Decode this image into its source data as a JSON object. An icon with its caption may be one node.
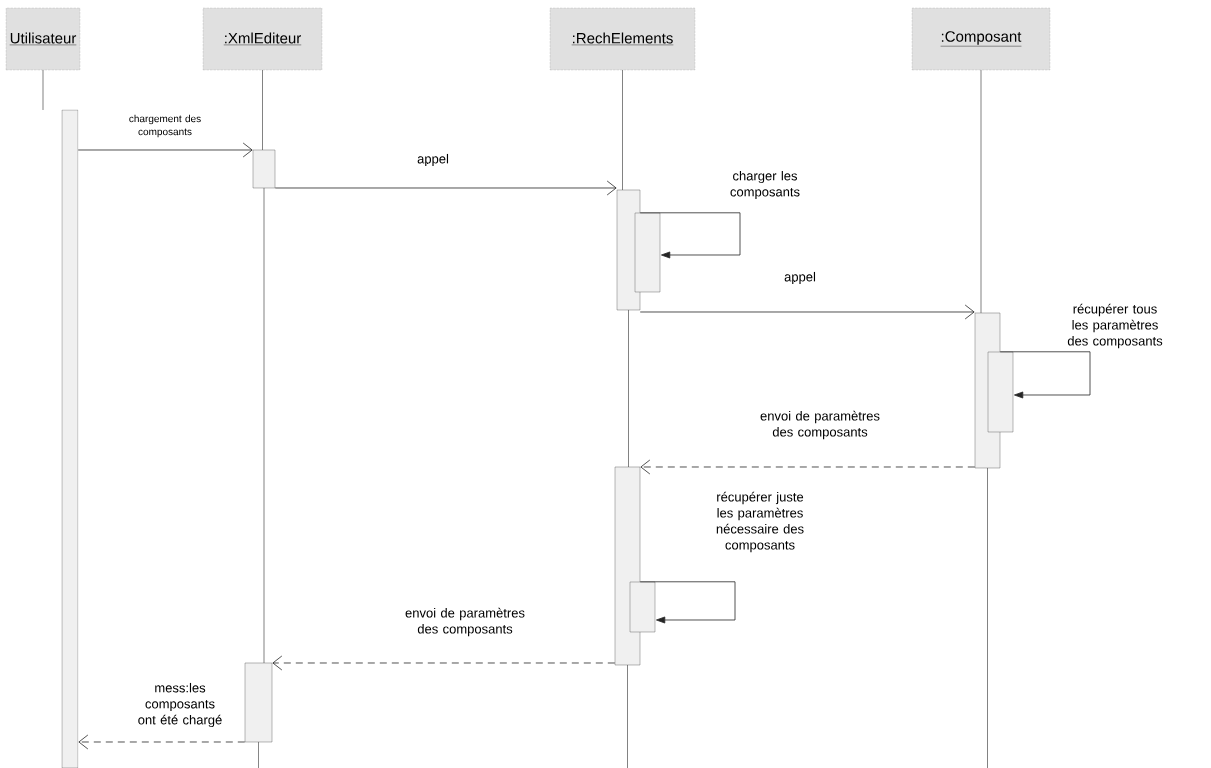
{
  "diagram": {
    "nodes": [
      {
        "text": [
          "Utilisateur"
        ]
      },
      {
        "text": [
          ":XmlEditeur"
        ]
      },
      {
        "text": [
          ":RechElements"
        ]
      },
      {
        "text": [
          ":Composant"
        ]
      },
      {
        "text": [],
        "shape": "bar"
      },
      {
        "text": [],
        "shape": "bar"
      },
      {
        "text": [],
        "shape": "bar"
      },
      {
        "text": [],
        "shape": "bar"
      },
      {
        "text": [],
        "shape": "bar"
      },
      {
        "text": [],
        "shape": "bar"
      },
      {
        "text": [],
        "shape": "bar"
      },
      {
        "text": [],
        "shape": "bar"
      },
      {
        "text": [],
        "shape": "bar"
      }
    ],
    "edges": [
      {
        "from": 4,
        "to": 5,
        "arrow": "to",
        "label": "chargement des composants"
      },
      {
        "from": 5,
        "to": 6,
        "arrow": "to",
        "label": "appel"
      },
      {
        "from": 6,
        "to": 7,
        "arrow": "to",
        "label": "charger les composants"
      },
      {
        "from": 6,
        "to": 8,
        "arrow": "to",
        "label": "appel"
      },
      {
        "from": 8,
        "to": 9,
        "arrow": "to",
        "label": "récupérer tous les paramètres des composants"
      },
      {
        "from": 8,
        "to": 10,
        "arrow": "to",
        "style": "dashed",
        "label": "envoi de paramètres des composants"
      },
      {
        "from": 10,
        "to": 11,
        "arrow": "to",
        "label": "récupérer juste les paramètres nécessaire des composants"
      },
      {
        "from": 10,
        "to": 12,
        "arrow": "to",
        "style": "dashed",
        "label": "envoi de paramètres des composants"
      },
      {
        "from": 12,
        "to": 4,
        "arrow": "to",
        "style": "dashed",
        "label": "mess:les composants ont été chargé"
      },
      {
        "from": 0,
        "to": 4,
        "arrow": "none"
      },
      {
        "from": 1,
        "to": 5,
        "arrow": "none"
      },
      {
        "from": 5,
        "to": 12,
        "arrow": "none"
      },
      {
        "from": 12,
        "to": null,
        "arrow": "none"
      },
      {
        "from": 2,
        "to": 6,
        "arrow": "none"
      },
      {
        "from": 6,
        "to": 10,
        "arrow": "none"
      },
      {
        "from": 10,
        "to": null,
        "arrow": "none"
      },
      {
        "from": 3,
        "to": 8,
        "arrow": "none"
      },
      {
        "from": 8,
        "to": null,
        "arrow": "none"
      }
    ]
  }
}
